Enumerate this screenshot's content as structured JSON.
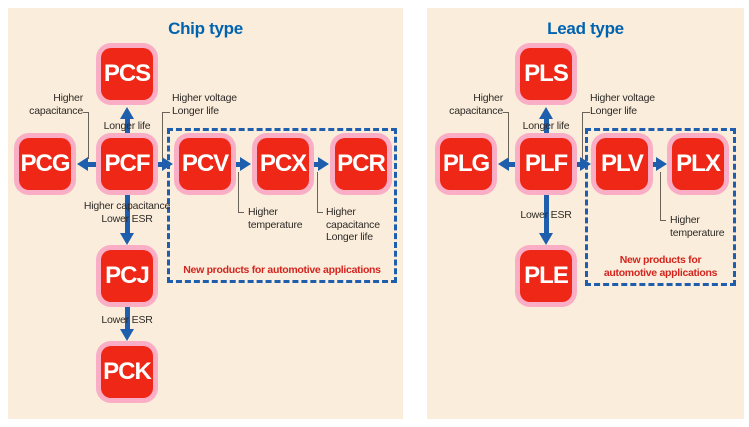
{
  "colors": {
    "page_bg": "#ffffff",
    "panel_bg": "#FAEDDC",
    "box_red": "#EE2716",
    "box_pink": "#F9AEC6",
    "arrow_blue": "#1E5EAD",
    "title_blue": "#0063B0",
    "note_red": "#D3251E",
    "label_text": "#2E2A26",
    "connector_gray": "#6B6259"
  },
  "chip": {
    "title": "Chip type",
    "boxes": {
      "pcs": "PCS",
      "pcg": "PCG",
      "pcf": "PCF",
      "pcv": "PCV",
      "pcx": "PCX",
      "pcr": "PCR",
      "pcj": "PCJ",
      "pck": "PCK"
    },
    "labels": {
      "higher_capacitance": {
        "line1": "Higher",
        "line2": "capacitance"
      },
      "longer_life": "Longer life",
      "higher_voltage": {
        "line1": "Higher voltage",
        "line2": "Longer life"
      },
      "cap_lower_esr": {
        "line1": "Higher capacitance",
        "line2": "Lower ESR"
      },
      "lower_esr": "Lower ESR",
      "higher_temperature": {
        "line1": "Higher",
        "line2": "temperature"
      },
      "cap_longer_life": {
        "line1": "Higher",
        "line2": "capacitance",
        "line3": "Longer life"
      },
      "automotive": "New products for automotive applications"
    }
  },
  "lead": {
    "title": "Lead type",
    "boxes": {
      "pls": "PLS",
      "plg": "PLG",
      "plf": "PLF",
      "plv": "PLV",
      "plx": "PLX",
      "ple": "PLE"
    },
    "labels": {
      "higher_capacitance": {
        "line1": "Higher",
        "line2": "capacitance"
      },
      "longer_life": "Longer life",
      "higher_voltage": {
        "line1": "Higher voltage",
        "line2": "Longer life"
      },
      "lower_esr": "Lower ESR",
      "higher_temperature": {
        "line1": "Higher",
        "line2": "temperature"
      },
      "automotive": {
        "line1": "New products for",
        "line2": "automotive applications"
      }
    }
  }
}
